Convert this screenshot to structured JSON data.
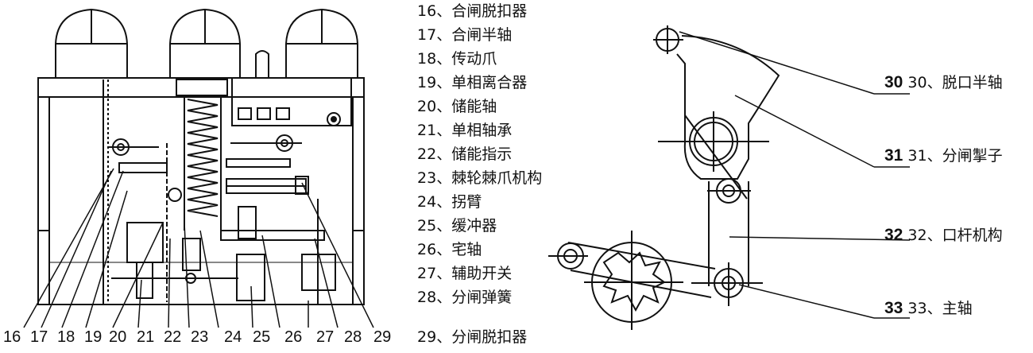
{
  "legend_left": [
    {
      "num": "16",
      "sep": "、",
      "label": "合闸脱扣器"
    },
    {
      "num": "17",
      "sep": "、",
      "label": "合闸半轴"
    },
    {
      "num": "18",
      "sep": "、",
      "label": "传动爪"
    },
    {
      "num": "19",
      "sep": "、",
      "label": "单相离合器"
    },
    {
      "num": "20",
      "sep": "、",
      "label": "储能轴"
    },
    {
      "num": "21",
      "sep": "、",
      "label": "单相轴承"
    },
    {
      "num": "22",
      "sep": "、",
      "label": "储能指示"
    },
    {
      "num": "23",
      "sep": "、",
      "label": "棘轮棘爪机构"
    },
    {
      "num": "24",
      "sep": "、",
      "label": "拐臂"
    },
    {
      "num": "25",
      "sep": "、",
      "label": "缓冲器"
    },
    {
      "num": "26",
      "sep": "、",
      "label": "宅轴"
    },
    {
      "num": "27",
      "sep": "、",
      "label": "辅助开关"
    },
    {
      "num": "28",
      "sep": "、",
      "label": "分闸弹簧"
    },
    {
      "num": "29",
      "sep": "、",
      "label": "分闸脱扣器"
    }
  ],
  "callouts_right": [
    {
      "ref": "30",
      "text": "30、脱口半轴"
    },
    {
      "ref": "31",
      "text": "31、分闸掣子"
    },
    {
      "ref": "32",
      "text": "32、口杆机构"
    },
    {
      "ref": "33",
      "text": "33、主轴"
    }
  ],
  "bottom_numbers": [
    "16",
    "17",
    "18",
    "19",
    "20",
    "21",
    "22",
    "23",
    "24",
    "25",
    "26",
    "27",
    "28",
    "29"
  ]
}
